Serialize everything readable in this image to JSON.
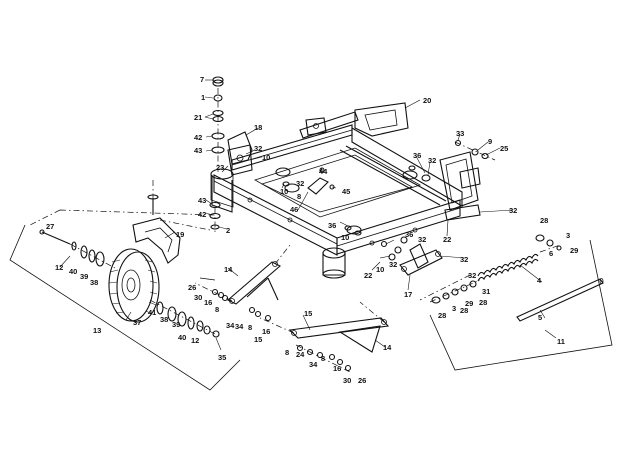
{
  "callouts": [
    {
      "id": "c7a",
      "text": "7"
    },
    {
      "id": "c1",
      "text": "1"
    },
    {
      "id": "c21",
      "text": "21"
    },
    {
      "id": "c42a",
      "text": "42"
    },
    {
      "id": "c43a",
      "text": "43"
    },
    {
      "id": "c18",
      "text": "18"
    },
    {
      "id": "c32a",
      "text": "32"
    },
    {
      "id": "c10a",
      "text": "10"
    },
    {
      "id": "c23",
      "text": "23"
    },
    {
      "id": "c20",
      "text": "20"
    },
    {
      "id": "c33",
      "text": "33"
    },
    {
      "id": "c9",
      "text": "9"
    },
    {
      "id": "c25",
      "text": "25"
    },
    {
      "id": "c36a",
      "text": "36"
    },
    {
      "id": "c32b",
      "text": "32"
    },
    {
      "id": "c44",
      "text": "44"
    },
    {
      "id": "c32c",
      "text": "32"
    },
    {
      "id": "c45",
      "text": "45"
    },
    {
      "id": "c10b",
      "text": "10"
    },
    {
      "id": "c8a",
      "text": "8"
    },
    {
      "id": "c46",
      "text": "46"
    },
    {
      "id": "c43b",
      "text": "43"
    },
    {
      "id": "c42b",
      "text": "42"
    },
    {
      "id": "c2",
      "text": "2"
    },
    {
      "id": "c19",
      "text": "19"
    },
    {
      "id": "c27",
      "text": "27"
    },
    {
      "id": "c12a",
      "text": "12"
    },
    {
      "id": "c40a",
      "text": "40"
    },
    {
      "id": "c39a",
      "text": "39"
    },
    {
      "id": "c38a",
      "text": "38"
    },
    {
      "id": "c14a",
      "text": "14"
    },
    {
      "id": "c26a",
      "text": "26"
    },
    {
      "id": "c30a",
      "text": "30"
    },
    {
      "id": "c16a",
      "text": "16"
    },
    {
      "id": "c8b",
      "text": "8"
    },
    {
      "id": "c34a",
      "text": "34"
    },
    {
      "id": "c13",
      "text": "13"
    },
    {
      "id": "c37",
      "text": "37"
    },
    {
      "id": "c41",
      "text": "41"
    },
    {
      "id": "c38b",
      "text": "38"
    },
    {
      "id": "c39b",
      "text": "39"
    },
    {
      "id": "c40b",
      "text": "40"
    },
    {
      "id": "c12b",
      "text": "12"
    },
    {
      "id": "c35",
      "text": "35"
    },
    {
      "id": "c36b",
      "text": "36"
    },
    {
      "id": "c10c",
      "text": "10"
    },
    {
      "id": "c36c",
      "text": "36"
    },
    {
      "id": "c32d",
      "text": "32"
    },
    {
      "id": "c22a",
      "text": "22"
    },
    {
      "id": "c32e",
      "text": "32"
    },
    {
      "id": "c10d",
      "text": "10"
    },
    {
      "id": "c32f",
      "text": "32"
    },
    {
      "id": "c22b",
      "text": "22"
    },
    {
      "id": "c32g",
      "text": "32"
    },
    {
      "id": "c17",
      "text": "17"
    },
    {
      "id": "c32h",
      "text": "32"
    },
    {
      "id": "c28a",
      "text": "28"
    },
    {
      "id": "c3a",
      "text": "3"
    },
    {
      "id": "c6",
      "text": "6"
    },
    {
      "id": "c29a",
      "text": "29"
    },
    {
      "id": "c4",
      "text": "4"
    },
    {
      "id": "c31",
      "text": "31"
    },
    {
      "id": "c28b",
      "text": "28"
    },
    {
      "id": "c29b",
      "text": "29"
    },
    {
      "id": "c3b",
      "text": "3"
    },
    {
      "id": "c28c",
      "text": "28"
    },
    {
      "id": "c28d",
      "text": "28"
    },
    {
      "id": "c5",
      "text": "5"
    },
    {
      "id": "c11",
      "text": "11"
    },
    {
      "id": "c15a",
      "text": "15"
    },
    {
      "id": "c16b",
      "text": "16"
    },
    {
      "id": "c8c",
      "text": "8"
    },
    {
      "id": "c34b",
      "text": "34"
    },
    {
      "id": "c15b",
      "text": "15"
    },
    {
      "id": "c14b",
      "text": "14"
    },
    {
      "id": "c8d",
      "text": "8"
    },
    {
      "id": "c24",
      "text": "24"
    },
    {
      "id": "c34c",
      "text": "34"
    },
    {
      "id": "c8e",
      "text": "8"
    },
    {
      "id": "c16c",
      "text": "16"
    },
    {
      "id": "c30b",
      "text": "30"
    },
    {
      "id": "c26b",
      "text": "26"
    }
  ]
}
